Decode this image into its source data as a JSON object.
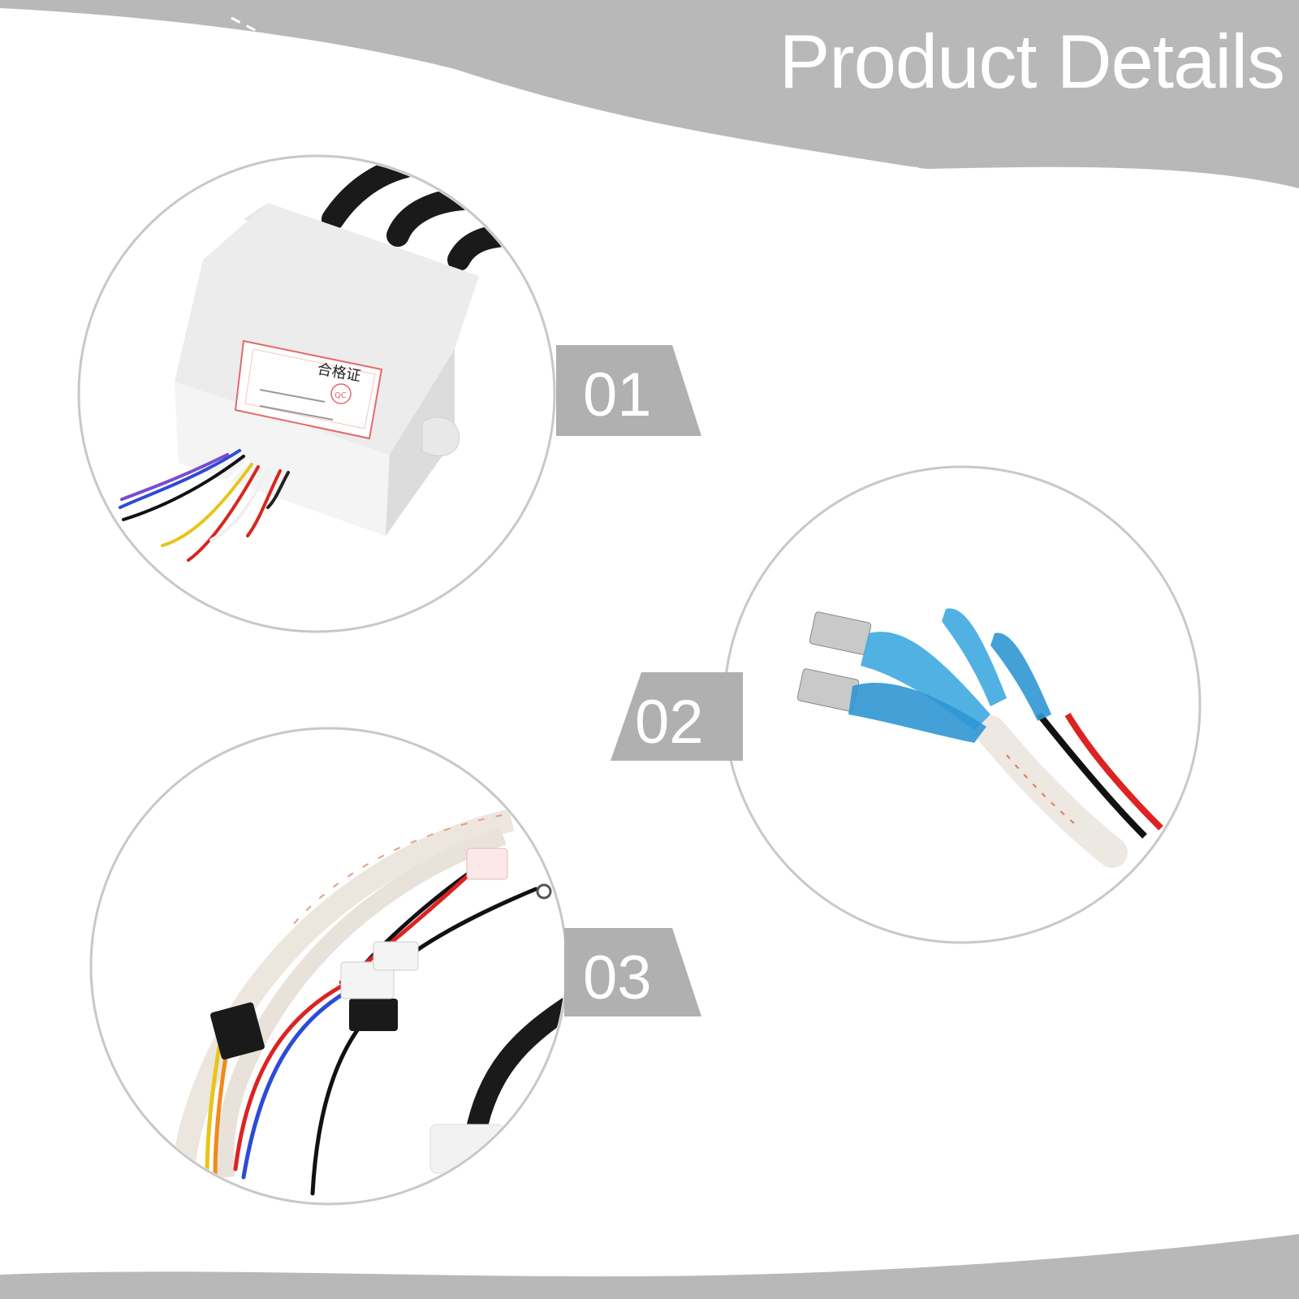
{
  "header": {
    "title": "Product Details"
  },
  "details": [
    {
      "number": "01",
      "subject": "white ignition controller box with wires"
    },
    {
      "number": "02",
      "subject": "blue insulated spade terminals on sleeved wires"
    },
    {
      "number": "03",
      "subject": "wire harness with connectors"
    }
  ],
  "label_text": {
    "certificate_title": "合格证",
    "qc_stamp": "QC"
  },
  "colors": {
    "band": "#b8b8b8",
    "label_bg": "#b0b0b0",
    "circle_border": "#c8c8c8",
    "text_white": "#ffffff"
  }
}
